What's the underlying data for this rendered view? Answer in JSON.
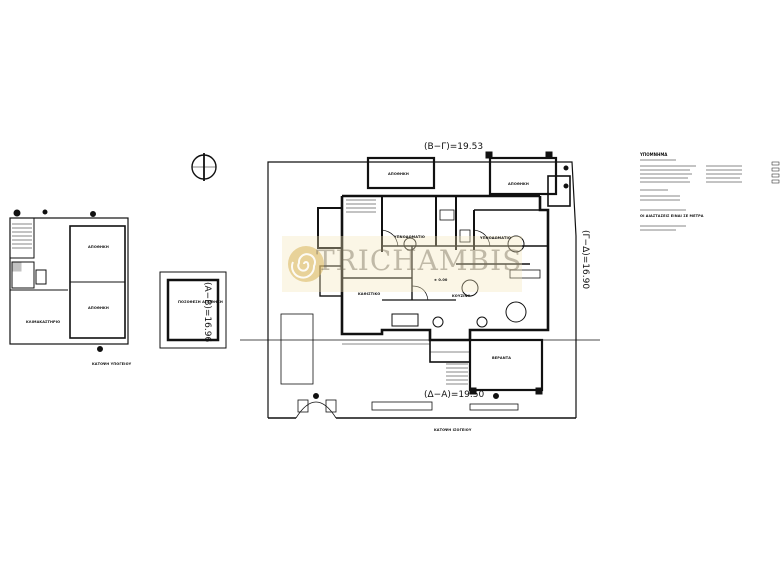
{
  "drawing": {
    "dimensions": {
      "top": "(B−Γ)=19.53",
      "left": "(A−B)=16.96",
      "right": "(Γ−Δ)=16.90",
      "bottom": "(Δ−A)=19.50"
    },
    "room_labels": {
      "left_top": "ΑΠΟΘΗΚΗ",
      "left_bottom": "ΑΠΟΘΗΚΗ",
      "left_stair": "ΚΛΙΜΑΚΑΣΤΗΡΙΟ",
      "small_box": "ΠΟΣΟΘΕΣΗ ΑΠΟΘΗΚΗ",
      "bedroom_left": "ΥΠΝΟΔΩΜΑΤΙΟ",
      "bedroom_right": "ΥΠΝΟΔΩΜΑΤΙΟ",
      "storage_top": "ΑΠΟΘΗΚΗ",
      "storage_right": "ΑΠΟΘΗΚΗ",
      "living": "ΚΑΘΙΣΤΙΚΟ",
      "kitchen": "ΚΟΥΖΙΝΑ",
      "veranda": "ΒΕΡΑΝΤΑ",
      "level_mark": "± 0.00"
    },
    "captions": {
      "left_plan": "ΚΑΤΟΨΗ ΥΠΟΓΕΙΟΥ",
      "main_plan": "ΚΑΤΟΨΗ ΙΣΟΓΕΙΟΥ"
    },
    "legend": {
      "title": "ΥΠΟΜΝΗΜΑ",
      "note": "ΟΙ ΔΙΑΣΤΑΣΕΙΣ ΕΙΝΑΙ ΣΕ ΜΕΤΡΑ"
    },
    "watermark": "TRICHAMBIS",
    "icons": {
      "north_arrow": "compass-north-icon",
      "watermark_logo": "spiral-logo-icon"
    },
    "colors": {
      "line": "#111111",
      "watermark": "#c8a24a"
    }
  }
}
